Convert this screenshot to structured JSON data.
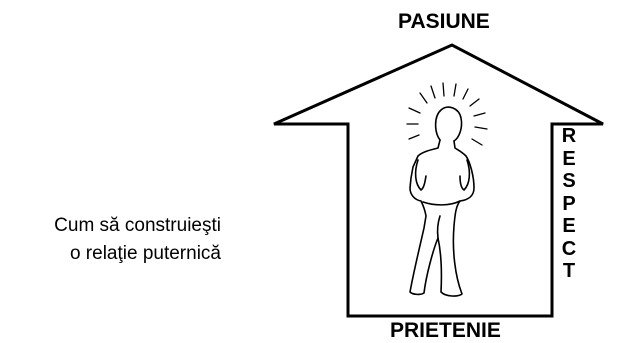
{
  "caption": {
    "line1": "Cum să construieşti",
    "line2": "o relaţie puternică"
  },
  "labels": {
    "top": "PASIUNE",
    "bottom": "PRIETENIE",
    "right_letters": [
      "R",
      "E",
      "S",
      "P",
      "E",
      "C",
      "T"
    ]
  },
  "icons": {
    "house": "house-outline-icon",
    "figure": "person-figure-icon",
    "rays": "glow-rays-icon"
  },
  "colors": {
    "stroke": "#000000",
    "background": "#ffffff"
  }
}
